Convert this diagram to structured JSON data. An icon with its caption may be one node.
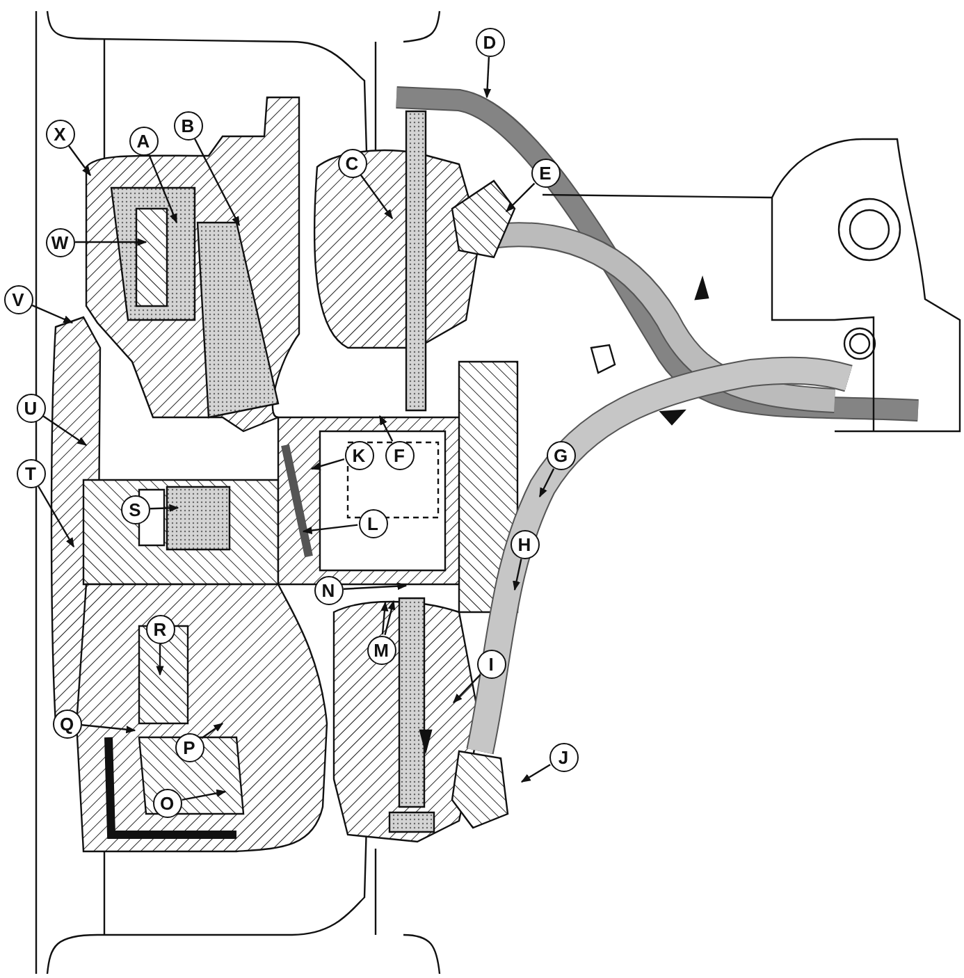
{
  "diagram": {
    "nodes": [
      {
        "text": [
          "D"
        ]
      },
      {
        "text": [
          "B"
        ]
      },
      {
        "text": [
          "A"
        ]
      },
      {
        "text": [
          "X"
        ]
      },
      {
        "text": [
          "C"
        ]
      },
      {
        "text": [
          "E"
        ]
      },
      {
        "text": [
          "W"
        ]
      },
      {
        "text": [
          "V"
        ]
      },
      {
        "text": [
          "U"
        ]
      },
      {
        "text": [
          "F"
        ]
      },
      {
        "text": [
          "K"
        ]
      },
      {
        "text": [
          "G"
        ]
      },
      {
        "text": [
          "T"
        ]
      },
      {
        "text": [
          "S"
        ]
      },
      {
        "text": [
          "L"
        ]
      },
      {
        "text": [
          "H"
        ]
      },
      {
        "text": [
          "N"
        ]
      },
      {
        "text": [
          "R"
        ]
      },
      {
        "text": [
          "M"
        ]
      },
      {
        "text": [
          "I"
        ]
      },
      {
        "text": [
          "Q"
        ]
      },
      {
        "text": [
          "P"
        ]
      },
      {
        "text": [
          "J"
        ]
      },
      {
        "text": [
          "O"
        ]
      }
    ],
    "edges": [
      {
        "from": 0,
        "to": null,
        "arrow": "to"
      },
      {
        "from": 1,
        "to": null,
        "arrow": "to"
      },
      {
        "from": 2,
        "to": null,
        "arrow": "to"
      },
      {
        "from": 3,
        "to": null,
        "arrow": "to"
      },
      {
        "from": 4,
        "to": null,
        "arrow": "to"
      },
      {
        "from": 5,
        "to": null,
        "arrow": "to"
      },
      {
        "from": 6,
        "to": null,
        "arrow": "to"
      },
      {
        "from": 7,
        "to": null,
        "arrow": "to"
      },
      {
        "from": 8,
        "to": null,
        "arrow": "to"
      },
      {
        "from": 9,
        "to": null,
        "arrow": "to"
      },
      {
        "from": 10,
        "to": null,
        "arrow": "to"
      },
      {
        "from": 11,
        "to": null,
        "arrow": "to"
      },
      {
        "from": 12,
        "to": null,
        "arrow": "to"
      },
      {
        "from": 13,
        "to": null,
        "arrow": "to"
      },
      {
        "from": 14,
        "to": null,
        "arrow": "to"
      },
      {
        "from": 15,
        "to": null,
        "arrow": "to"
      },
      {
        "from": 16,
        "to": null,
        "arrow": "to"
      },
      {
        "from": 17,
        "to": null,
        "arrow": "to"
      },
      {
        "from": 18,
        "to": null,
        "arrow": "to"
      },
      {
        "from": 18,
        "to": null,
        "arrow": "to"
      },
      {
        "from": 19,
        "to": null,
        "arrow": "to"
      },
      {
        "from": 20,
        "to": null,
        "arrow": "to"
      },
      {
        "from": 21,
        "to": null,
        "arrow": "to"
      },
      {
        "from": 22,
        "to": null,
        "arrow": "to"
      },
      {
        "from": 23,
        "to": null,
        "arrow": "to"
      }
    ]
  }
}
